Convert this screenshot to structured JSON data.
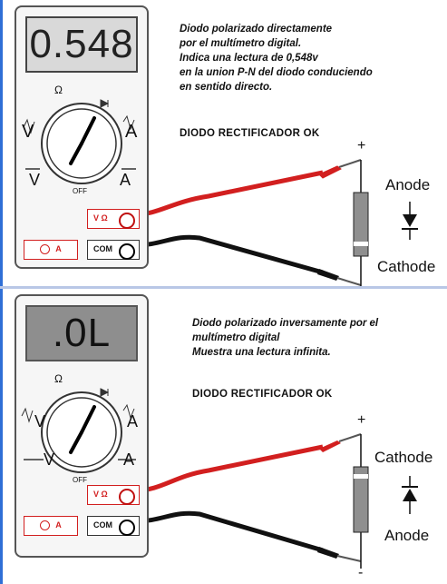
{
  "top": {
    "display_value": "0.548",
    "caption_lines": [
      "Diodo polarizado directamente",
      "por el multímetro digital.",
      "Indica una lectura de 0,548v",
      "en la union P-N del diodo conduciendo",
      "en sentido directo."
    ],
    "title": "DIODO RECTIFICADOR OK",
    "plus_sign": "+",
    "label_upper": "Anode",
    "label_lower": "Cathode"
  },
  "bottom": {
    "display_value": ".0L",
    "caption_lines": [
      "Diodo polarizado inversamente por el",
      "multímetro digital",
      "Muestra una lectura infinita."
    ],
    "title": "DIODO RECTIFICADOR  OK",
    "plus_sign": "+",
    "minus_sign": "-",
    "label_upper": "Cathode",
    "label_lower": "Anode"
  },
  "meter": {
    "dial_omega": "Ω",
    "dial_off": "OFF",
    "dial_v_left": "V",
    "dial_a_right": "A",
    "dial_v_bottom": "V",
    "dial_a_bottom": "A",
    "jack_v_label": "V Ω",
    "jack_com_label": "COM",
    "jack_a_label": "A"
  },
  "colors": {
    "probe_red": "#d21f1f",
    "probe_black": "#111111",
    "diode_body": "#8f8f8f",
    "left_edge": "#2f6fd6"
  }
}
